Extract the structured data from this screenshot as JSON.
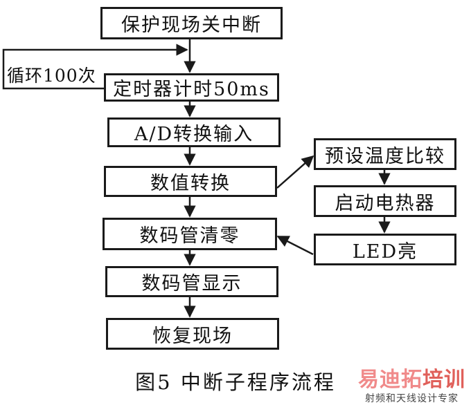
{
  "nodes": {
    "protect": "保护现场关中断",
    "timer": "定时器计时50ms",
    "adc": "A/D转换输入",
    "convert": "数值转换",
    "compare": "预设温度比较",
    "heater": "启动电热器",
    "led": "LED亮",
    "clear": "数码管清零",
    "display": "数码管显示",
    "restore": "恢复现场"
  },
  "loop_label": "循环100次",
  "caption": "图5  中断子程序流程",
  "watermark": {
    "brand_a": "易迪拓",
    "brand_b": "培训",
    "sub": "射频和天线设计专家"
  }
}
